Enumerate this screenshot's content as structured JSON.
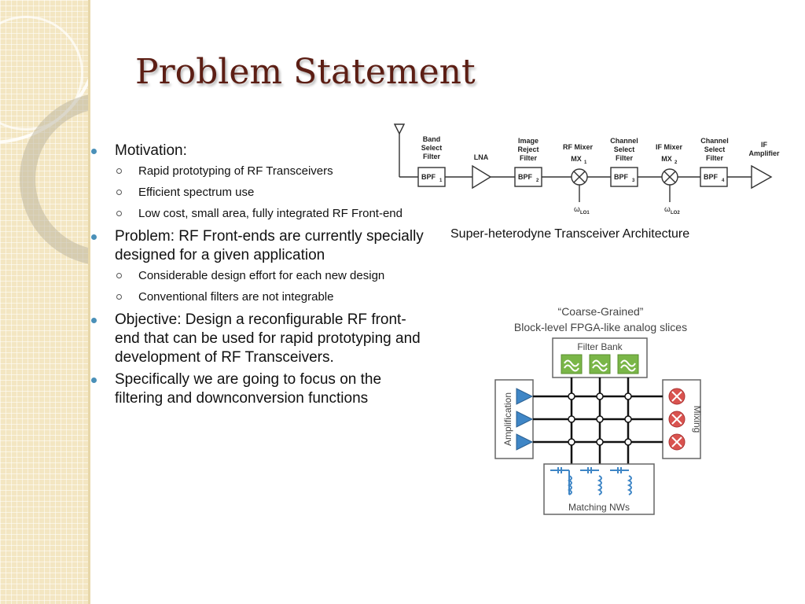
{
  "slide": {
    "title": "Problem Statement",
    "bullets": [
      {
        "text": "Motivation:",
        "sub": [
          "Rapid prototyping of RF Transceivers",
          "Efficient spectrum use",
          "Low cost, small area, fully integrated RF Front-end"
        ]
      },
      {
        "text": "Problem: RF Front-ends are currently specially designed for a given application",
        "sub": [
          "Considerable design effort for each new design",
          "Conventional filters are not integrable"
        ]
      },
      {
        "text": "Objective: Design a reconfigurable RF front-end that can be used for rapid prototyping and  development of RF Transceivers.",
        "sub": []
      },
      {
        "text": "Specifically we are going to focus on the filtering and downconversion functions",
        "sub": []
      }
    ]
  },
  "superhet": {
    "caption": "Super-heterodyne  Transceiver Architecture",
    "labels": {
      "band_select_1": "Band",
      "band_select_2": "Select",
      "band_select_3": "Filter",
      "lna": "LNA",
      "image_reject_1": "Image",
      "image_reject_2": "Reject",
      "image_reject_3": "Filter",
      "rf_mixer": "RF Mixer",
      "channel_select_a_1": "Channel",
      "channel_select_a_2": "Select",
      "channel_select_a_3": "Filter",
      "if_mixer": "IF Mixer",
      "channel_select_b_1": "Channel",
      "channel_select_b_2": "Select",
      "channel_select_b_3": "Filter",
      "if_amp_1": "IF",
      "if_amp_2": "Amplifier",
      "bpf1": "BPF",
      "bpf1_sub": "1",
      "bpf2": "BPF",
      "bpf2_sub": "2",
      "bpf3": "BPF",
      "bpf3_sub": "3",
      "bpf4": "BPF",
      "bpf4_sub": "4",
      "mx1": "MX",
      "mx1_sub": "1",
      "mx2": "MX",
      "mx2_sub": "2",
      "lo1": "ω",
      "lo1_sub": "LO1",
      "lo2": "ω",
      "lo2_sub": "LO2"
    }
  },
  "coarse": {
    "title_1": "“Coarse-Grained”",
    "title_2": "Block-level FPGA-like analog slices",
    "filter_bank": "Filter Bank",
    "amplification": "Amplification",
    "mixing": "Mixing",
    "matching": "Matching NWs"
  },
  "colors": {
    "title": "#5c1e14",
    "bullet": "#4a90b8",
    "filter_green": "#7ab648",
    "amp_blue": "#3f86c6",
    "mixer_red": "#d9534f"
  }
}
